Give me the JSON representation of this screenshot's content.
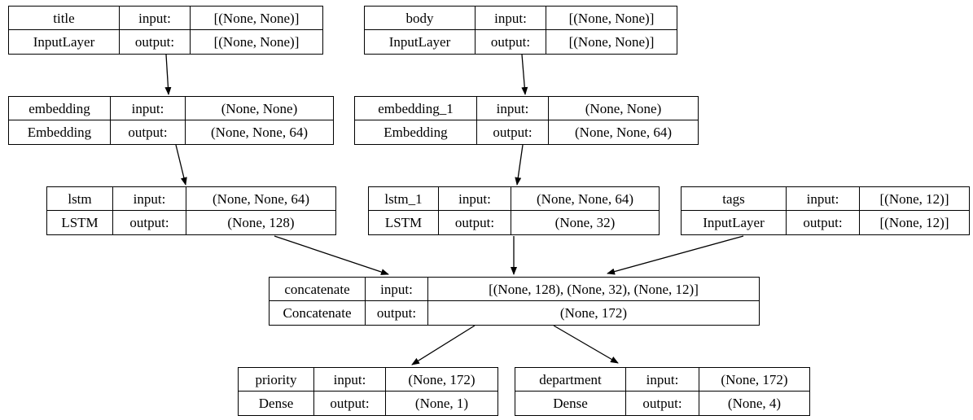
{
  "diagram": {
    "labels": {
      "input": "input:",
      "output": "output:"
    },
    "nodes": {
      "title": {
        "name": "title",
        "type": "InputLayer",
        "input_shape": "[(None, None)]",
        "output_shape": "[(None, None)]"
      },
      "body": {
        "name": "body",
        "type": "InputLayer",
        "input_shape": "[(None, None)]",
        "output_shape": "[(None, None)]"
      },
      "embedding": {
        "name": "embedding",
        "type": "Embedding",
        "input_shape": "(None, None)",
        "output_shape": "(None, None, 64)"
      },
      "embedding_1": {
        "name": "embedding_1",
        "type": "Embedding",
        "input_shape": "(None, None)",
        "output_shape": "(None, None, 64)"
      },
      "lstm": {
        "name": "lstm",
        "type": "LSTM",
        "input_shape": "(None, None, 64)",
        "output_shape": "(None, 128)"
      },
      "lstm_1": {
        "name": "lstm_1",
        "type": "LSTM",
        "input_shape": "(None, None, 64)",
        "output_shape": "(None, 32)"
      },
      "tags": {
        "name": "tags",
        "type": "InputLayer",
        "input_shape": "[(None, 12)]",
        "output_shape": "[(None, 12)]"
      },
      "concatenate": {
        "name": "concatenate",
        "type": "Concatenate",
        "input_shape": "[(None, 128), (None, 32), (None, 12)]",
        "output_shape": "(None, 172)"
      },
      "priority": {
        "name": "priority",
        "type": "Dense",
        "input_shape": "(None, 172)",
        "output_shape": "(None, 1)"
      },
      "department": {
        "name": "department",
        "type": "Dense",
        "input_shape": "(None, 172)",
        "output_shape": "(None, 4)"
      }
    },
    "edges": [
      {
        "from": "title",
        "to": "embedding"
      },
      {
        "from": "body",
        "to": "embedding_1"
      },
      {
        "from": "embedding",
        "to": "lstm"
      },
      {
        "from": "embedding_1",
        "to": "lstm_1"
      },
      {
        "from": "lstm",
        "to": "concatenate"
      },
      {
        "from": "lstm_1",
        "to": "concatenate"
      },
      {
        "from": "tags",
        "to": "concatenate"
      },
      {
        "from": "concatenate",
        "to": "priority"
      },
      {
        "from": "concatenate",
        "to": "department"
      }
    ],
    "colors": {
      "border": "#000000",
      "text": "#000000",
      "background": "#ffffff"
    }
  }
}
